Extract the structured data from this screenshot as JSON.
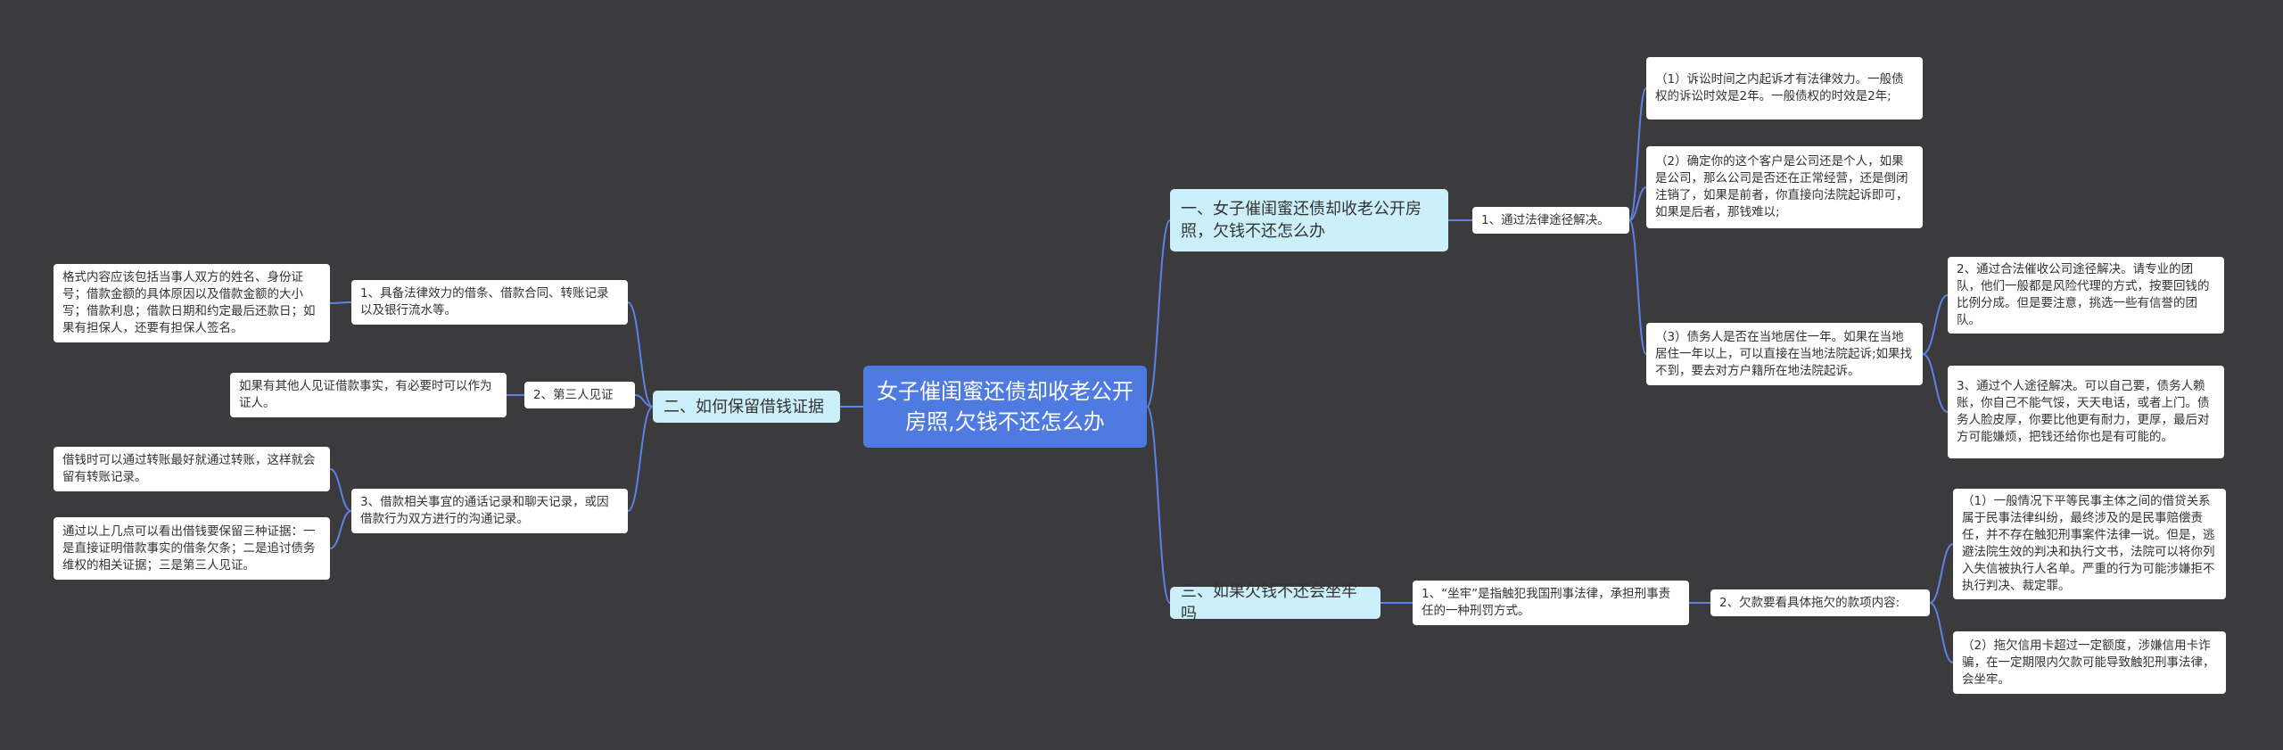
{
  "root": {
    "label": "女子催闺蜜还债却收老公开房照,欠钱不还怎么办"
  },
  "branches": {
    "b1": {
      "label": "一、女子催闺蜜还债却收老公开房照，欠钱不还怎么办",
      "c1": {
        "label": "1、通过法律途径解决。",
        "i1": "（1）诉讼时间之内起诉才有法律效力。一般债权的诉讼时效是2年。一般债权的时效是2年;",
        "i2": "（2）确定你的这个客户是公司还是个人，如果是公司，那么公司是否还在正常经营，还是倒闭注销了，如果是前者，你直接向法院起诉即可，如果是后者，那钱难以;",
        "i3": {
          "label": "（3）债务人是否在当地居住一年。如果在当地居住一年以上，可以直接在当地法院起诉;如果找不到，要去对方户籍所在地法院起诉。",
          "s1": "2、通过合法催收公司途径解决。请专业的团队，他们一般都是风险代理的方式，按要回钱的比例分成。但是要注意，挑选一些有信誉的团队。",
          "s2": "3、通过个人途径解决。可以自己要，债务人赖账，你自己不能气馁，天天电话，或者上门。债务人脸皮厚，你要比他更有耐力，更厚，最后对方可能嫌烦，把钱还给你也是有可能的。"
        }
      }
    },
    "b2": {
      "label": "二、如何保留借钱证据",
      "c1": {
        "label": "1、具备法律效力的借条、借款合同、转账记录以及银行流水等。",
        "d1": "格式内容应该包括当事人双方的姓名、身份证号；借款金额的具体原因以及借款金额的大小写；借款利息；借款日期和约定最后还款日；如果有担保人，还要有担保人签名。"
      },
      "c2": {
        "label": "2、第三人见证",
        "d1": "如果有其他人见证借款事实，有必要时可以作为证人。"
      },
      "c3": {
        "label": "3、借款相关事宜的通话记录和聊天记录，或因借款行为双方进行的沟通记录。",
        "d1": "借钱时可以通过转账最好就通过转账，这样就会留有转账记录。",
        "d2": "通过以上几点可以看出借钱要保留三种证据：一是直接证明借款事实的借条欠条；二是追讨债务维权的相关证据；三是第三人见证。"
      }
    },
    "b3": {
      "label": "三、如果欠钱不还会坐牢吗",
      "c1": {
        "label": "1、“坐牢”是指触犯我国刑事法律，承担刑事责任的一种刑罚方式。",
        "g1": {
          "label": "2、欠款要看具体拖欠的款项内容:",
          "h1": "（1）一般情况下平等民事主体之间的借贷关系属于民事法律纠纷，最终涉及的是民事赔偿责任，并不存在触犯刑事案件法律一说。但是，逃避法院生效的判决和执行文书，法院可以将你列入失信被执行人名单。严重的行为可能涉嫌拒不执行判决、裁定罪。",
          "h2": "（2）拖欠信用卡超过一定额度，涉嫌信用卡诈骗，在一定期限内欠款可能导致触犯刑事法律，会坐牢。"
        }
      }
    }
  },
  "colors": {
    "root": "#4f7ae0",
    "main": "#ccf0fb",
    "leaf": "#ffffff",
    "line": "#5b82e6",
    "background": "#3b3a3c"
  }
}
